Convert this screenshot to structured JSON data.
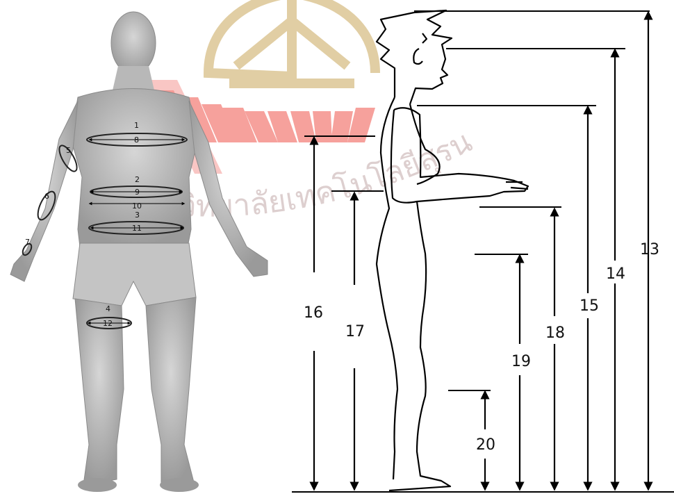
{
  "watermark": {
    "text": "มหาวิทยาลัยเทคโนโลยีสุรนารี",
    "colors": {
      "logo_red": "#f08a86",
      "logo_gold": "#d8c08a",
      "text": "#d6c8c8"
    }
  },
  "colors": {
    "body_fill": "#bdbdbd",
    "body_shade": "#8c8c8c",
    "line": "#000000",
    "ring": "#222222"
  },
  "front_figure": {
    "labels": [
      "1",
      "8",
      "5",
      "2",
      "9",
      "10",
      "6",
      "3",
      "11",
      "7",
      "4",
      "12"
    ]
  },
  "side_figure": {
    "labels": [
      "13",
      "14",
      "15",
      "16",
      "17",
      "18",
      "19",
      "20"
    ]
  }
}
